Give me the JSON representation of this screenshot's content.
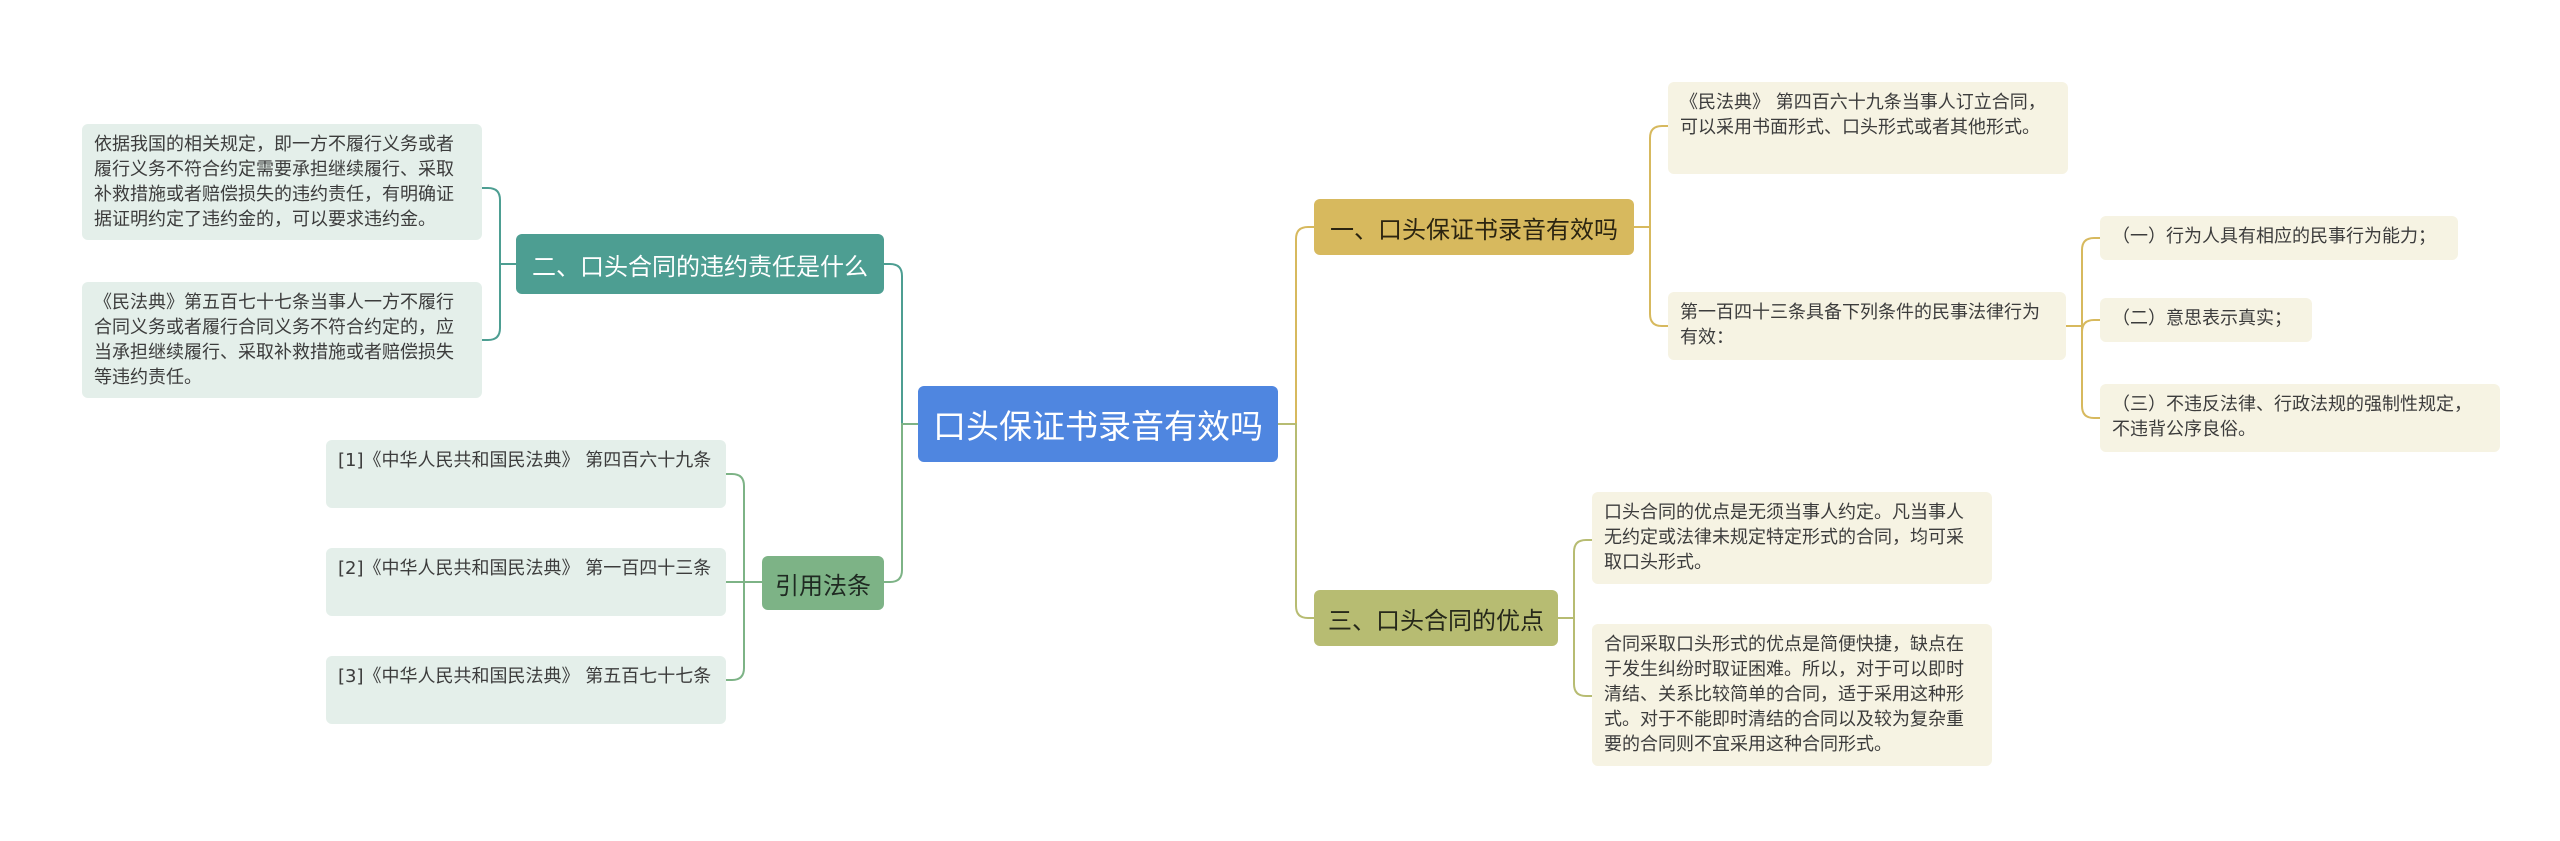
{
  "colors": {
    "root": "#4f86e0",
    "teal_branch": "#4d9e92",
    "sage_branch": "#7db386",
    "gold_branch": "#d7b95e",
    "olive_branch": "#b7bc72",
    "leaf_green": "#e4efea",
    "leaf_cream": "#f6f3e3"
  },
  "root": {
    "label": "口头保证书录音有效吗"
  },
  "left": {
    "breach": {
      "label": "二、口头合同的违约责任是什么",
      "leaves": [
        "依据我国的相关规定，即一方不履行义务或者履行义务不符合约定需要承担继续履行、采取补救措施或者赔偿损失的违约责任，有明确证据证明约定了违约金的，可以要求违约金。",
        "《民法典》第五百七十七条当事人一方不履行合同义务或者履行合同义务不符合约定的，应当承担继续履行、采取补救措施或者赔偿损失等违约责任。"
      ]
    },
    "citations": {
      "label": "引用法条",
      "leaves": [
        "[1]《中华人民共和国民法典》 第四百六十九条",
        "[2]《中华人民共和国民法典》 第一百四十三条",
        "[3]《中华人民共和国民法典》 第五百七十七条"
      ]
    }
  },
  "right": {
    "validity": {
      "label": "一、口头保证书录音有效吗",
      "leaves": [
        "《民法典》 第四百六十九条当事人订立合同，可以采用书面形式、口头形式或者其他形式。",
        "第一百四十三条具备下列条件的民事法律行为有效："
      ],
      "conditions": [
        "（一）行为人具有相应的民事行为能力；",
        "（二）意思表示真实；",
        "（三）不违反法律、行政法规的强制性规定，不违背公序良俗。"
      ]
    },
    "advantages": {
      "label": "三、口头合同的优点",
      "leaves": [
        "口头合同的优点是无须当事人约定。凡当事人无约定或法律未规定特定形式的合同，均可采取口头形式。",
        "合同采取口头形式的优点是简便快捷，缺点在于发生纠纷时取证困难。所以，对于可以即时清结、关系比较简单的合同，适于采用这种形式。对于不能即时清结的合同以及较为复杂重要的合同则不宜采用这种合同形式。"
      ]
    }
  }
}
